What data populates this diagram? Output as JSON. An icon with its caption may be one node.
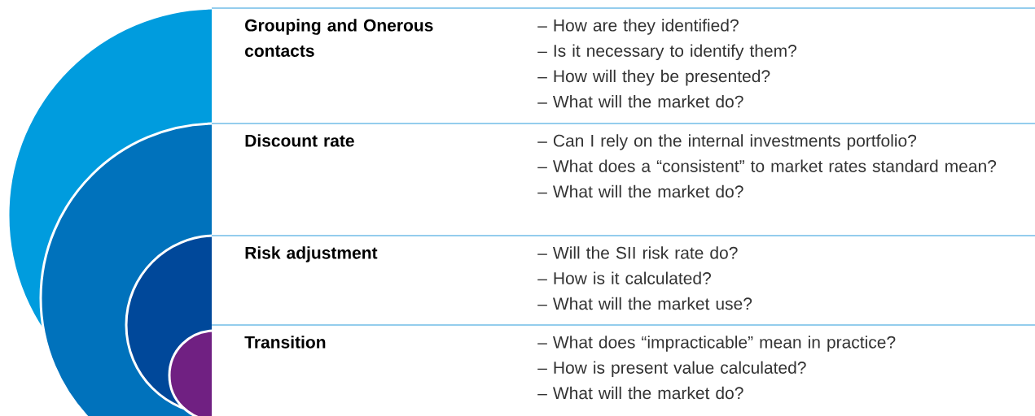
{
  "diagram": {
    "nodes": [
      {
        "text": [
          "Grouping and Onerous contacts",
          "– How are they identified?",
          "– Is it necessary to identify them?",
          "– How will they be presented?",
          "– What will the market do?"
        ]
      },
      {
        "text": [
          "Discount rate",
          "– Can I rely on the internal investments portfolio?",
          "– What does a “consistent” to market rates standard mean?",
          "– What will the market do?"
        ]
      },
      {
        "text": [
          "Risk adjustment",
          "– Will the SII risk rate do?",
          "– How is it calculated?",
          "– What will the market use?"
        ]
      },
      {
        "text": [
          "Transition",
          "– What does “impracticable” mean in practice?",
          "– How is present value calculated?",
          "– What will the market do?"
        ]
      }
    ]
  }
}
